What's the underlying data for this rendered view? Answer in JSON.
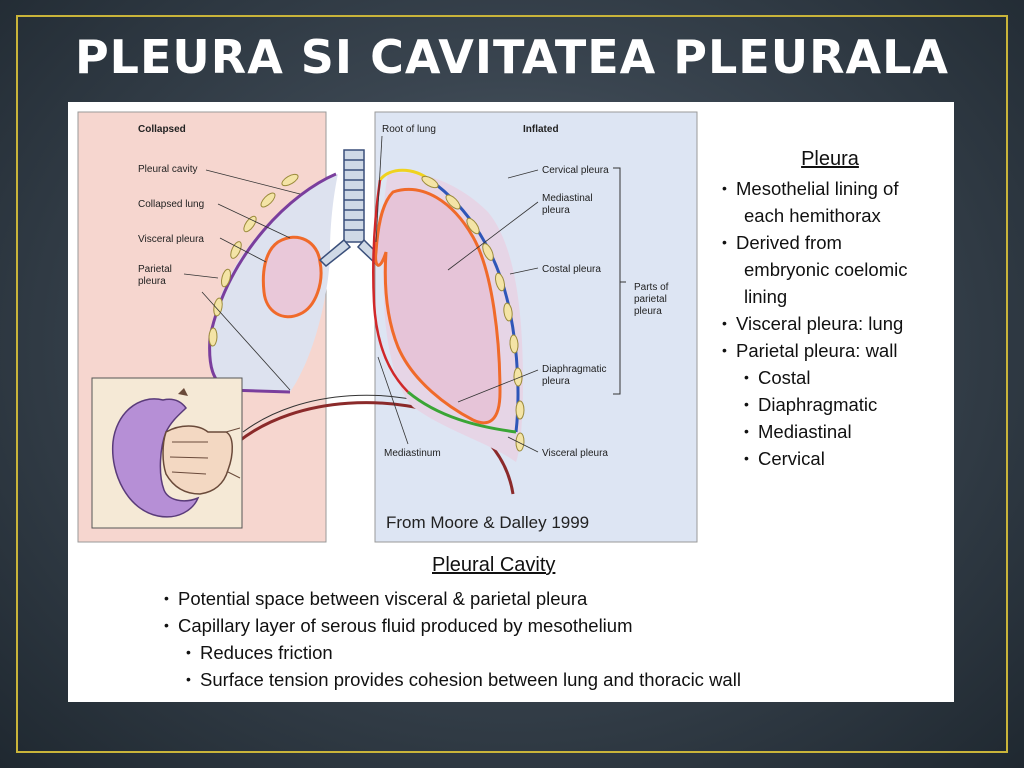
{
  "slide": {
    "title": "PLEURA SI CAVITATEA PLEURALA",
    "accent_border": "#c9b43a",
    "background": "#3a4550"
  },
  "diagram": {
    "left_panel": {
      "heading": "Collapsed",
      "labels": {
        "pleural_cavity": "Pleural cavity",
        "collapsed_lung": "Collapsed lung",
        "visceral_pleura": "Visceral pleura",
        "parietal_pleura_1": "Parietal",
        "parietal_pleura_2": "pleura"
      },
      "color": "#f6d6cf"
    },
    "right_panel": {
      "heading": "Inflated",
      "root_of_lung": "Root of lung",
      "labels": {
        "cervical_pleura": "Cervical pleura",
        "mediastinal_pleura_1": "Mediastinal",
        "mediastinal_pleura_2": "pleura",
        "costal_pleura": "Costal pleura",
        "parts_1": "Parts of",
        "parts_2": "parietal",
        "parts_3": "pleura",
        "diaphragmatic_pleura_1": "Diaphragmatic",
        "diaphragmatic_pleura_2": "pleura",
        "mediastinum": "Mediastinum",
        "visceral_pleura": "Visceral pleura"
      },
      "color": "#dde5f3"
    },
    "credit": "From Moore & Dalley 1999"
  },
  "pleura_box": {
    "heading": "Pleura",
    "item1_a": "Mesothelial lining of",
    "item1_b": "each hemithorax",
    "item2_a": "Derived from",
    "item2_b": "embryonic coelomic",
    "item2_c": "lining",
    "item3": "Visceral pleura: lung",
    "item4": "Parietal pleura: wall",
    "sub1": "Costal",
    "sub2": "Diaphragmatic",
    "sub3": "Mediastinal",
    "sub4": "Cervical"
  },
  "cavity_box": {
    "heading": "Pleural Cavity",
    "item1": "Potential space between visceral & parietal pleura",
    "item2": "Capillary layer of serous fluid produced by mesothelium",
    "sub1": "Reduces friction",
    "sub2": "Surface tension provides cohesion between lung and thoracic wall"
  }
}
